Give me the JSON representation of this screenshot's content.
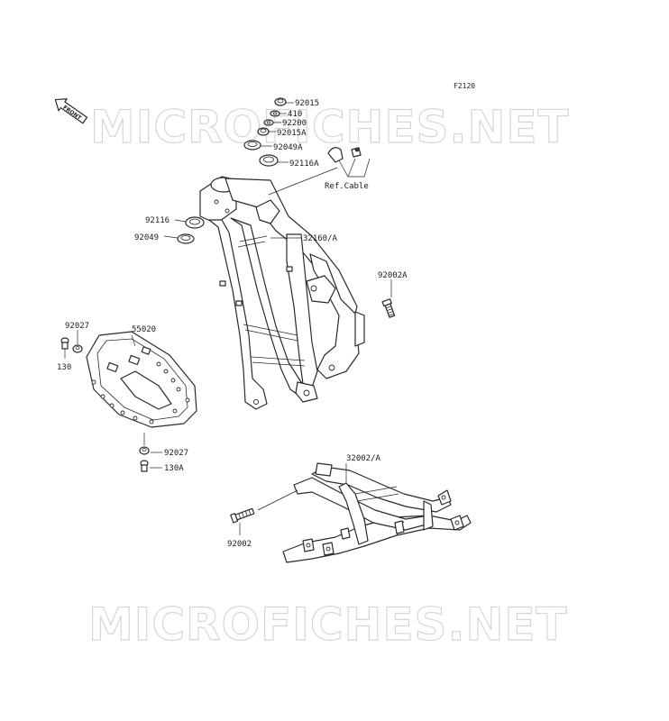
{
  "diagram": {
    "figure_code": "F2120",
    "front_label": "FRONT",
    "watermark_text": "MICROFICHES.NET",
    "reference_label": "Ref.Cable",
    "part_labels": [
      {
        "id": "p92015",
        "text": "92015"
      },
      {
        "id": "p410",
        "text": "410"
      },
      {
        "id": "p92200",
        "text": "92200"
      },
      {
        "id": "p92015A",
        "text": "92015A"
      },
      {
        "id": "p92049A",
        "text": "92049A"
      },
      {
        "id": "p92116A",
        "text": "92116A"
      },
      {
        "id": "p92116",
        "text": "92116"
      },
      {
        "id": "p92049",
        "text": "92049"
      },
      {
        "id": "p32160A",
        "text": "32160/A"
      },
      {
        "id": "p92002A",
        "text": "92002A"
      },
      {
        "id": "p92027top",
        "text": "92027"
      },
      {
        "id": "p55020",
        "text": "55020"
      },
      {
        "id": "p130",
        "text": "130"
      },
      {
        "id": "p92027bot",
        "text": "92027"
      },
      {
        "id": "p130A",
        "text": "130A"
      },
      {
        "id": "p32002A",
        "text": "32002/A"
      },
      {
        "id": "p92002",
        "text": "92002"
      }
    ],
    "colors": {
      "line": "#2a2a2a",
      "watermark": "#d6d6d6",
      "background": "#ffffff"
    }
  }
}
